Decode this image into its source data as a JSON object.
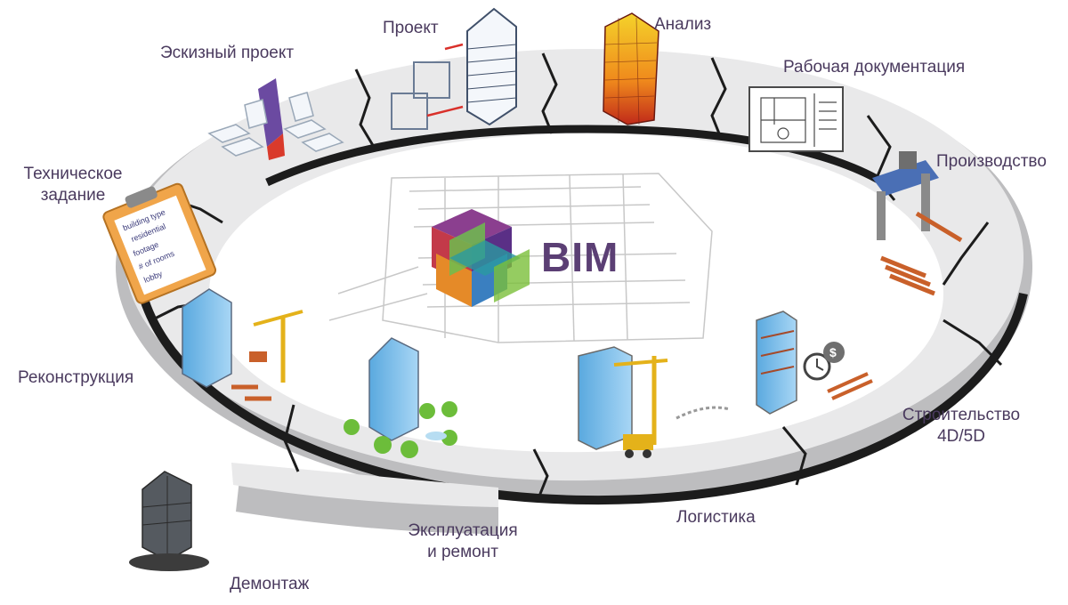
{
  "center": {
    "title": "BIM"
  },
  "colors": {
    "label": "#4a3a5e",
    "ring_top": "#e9e9ea",
    "ring_edge": "#1c1c1c",
    "ring_side": "#bdbdbf",
    "bim_text": "#5b3f74"
  },
  "stages": [
    {
      "id": "sketch",
      "label": "Эскизный проект",
      "icon": "sketch-buildings-icon"
    },
    {
      "id": "project",
      "label": "Проект",
      "icon": "project-building-icon"
    },
    {
      "id": "analysis",
      "label": "Анализ",
      "icon": "analysis-heatmap-icon"
    },
    {
      "id": "docs",
      "label": "Рабочая документация",
      "icon": "floor-plan-icon"
    },
    {
      "id": "production",
      "label": "Производство",
      "icon": "factory-icon"
    },
    {
      "id": "construction",
      "label": "Строительство\n4D/5D",
      "icon": "construction-timer-icon"
    },
    {
      "id": "logistics",
      "label": "Логистика",
      "icon": "crane-truck-icon"
    },
    {
      "id": "operation",
      "label": "Эксплуатация\nи ремонт",
      "icon": "building-trees-icon"
    },
    {
      "id": "demolition",
      "label": "Демонтаж",
      "icon": "demolition-icon"
    },
    {
      "id": "reconstruction",
      "label": "Реконструкция",
      "icon": "reconstruction-crane-icon"
    },
    {
      "id": "spec",
      "label": "Техническое\nзадание",
      "icon": "clipboard-icon"
    }
  ],
  "clipboard_lines": [
    "building type",
    "residential",
    "footage",
    "# of rooms",
    "lobby"
  ]
}
